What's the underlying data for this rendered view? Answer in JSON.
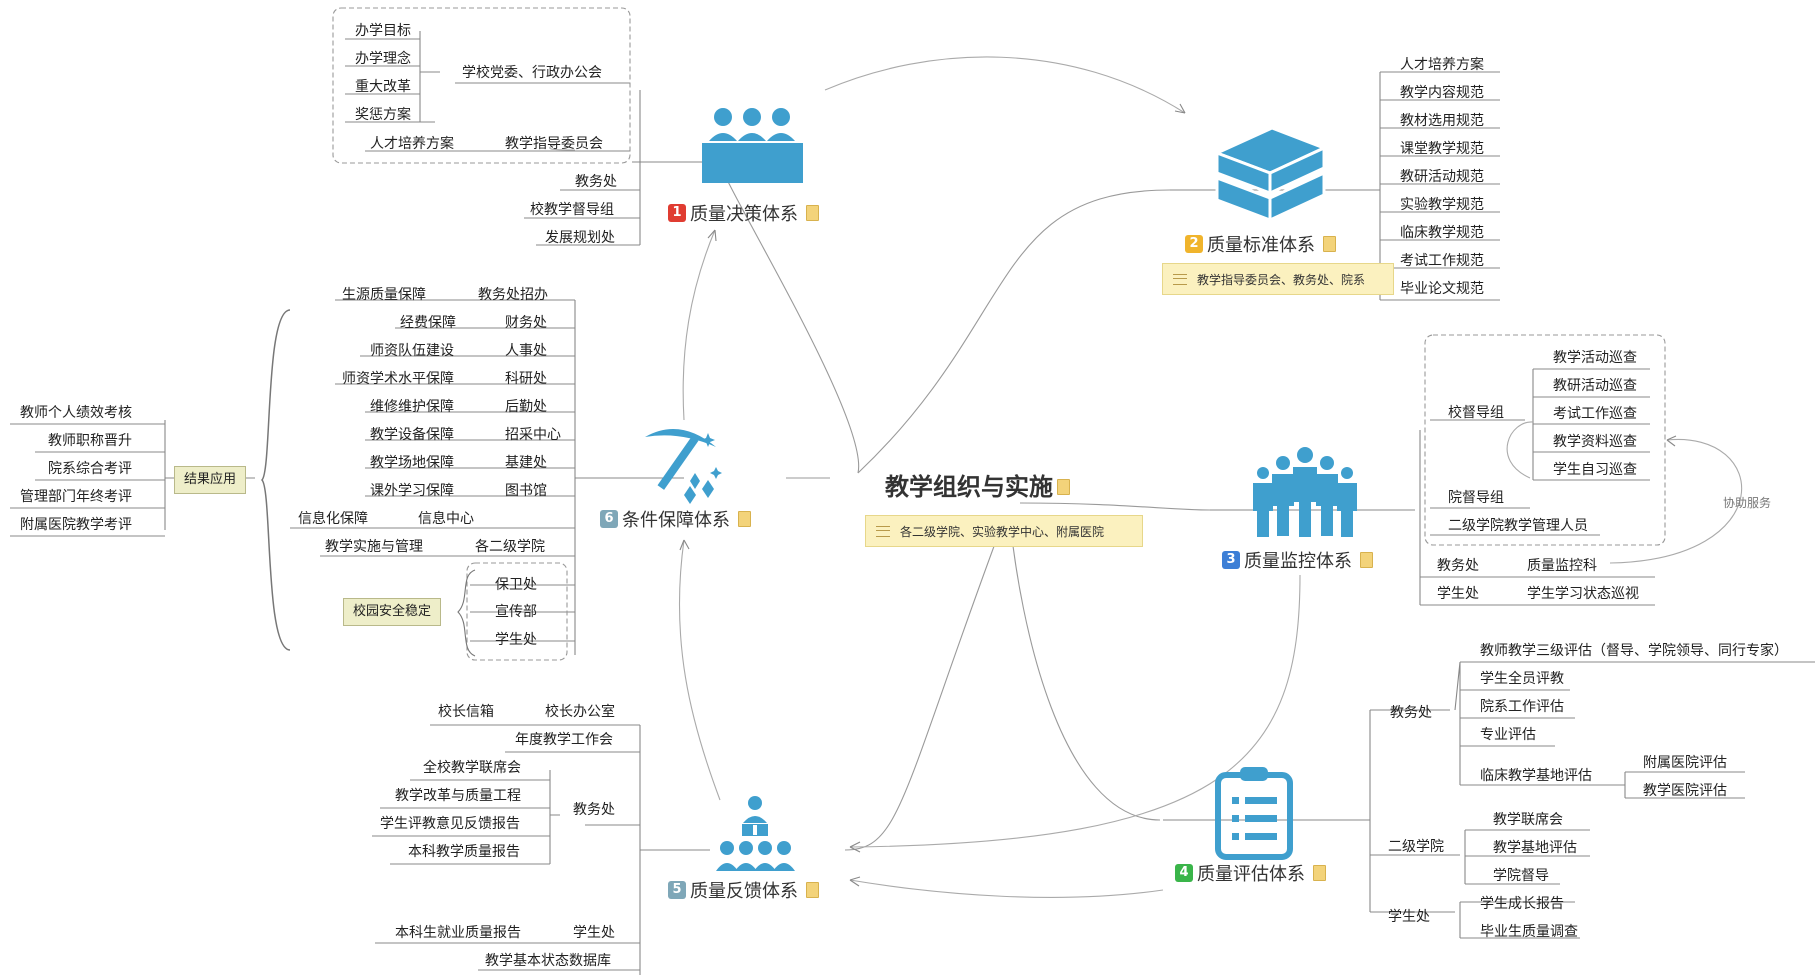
{
  "center": {
    "title": "教学组织与实施",
    "note": "各二级学院、实验教学中心、附属医院"
  },
  "colors": {
    "icon_blue": "#3f9fce",
    "badge_1": "#e03c31",
    "badge_2": "#f0b42c",
    "badge_3": "#3d7fd6",
    "badge_4": "#3ab54a",
    "badge_5": "#7fa7b8",
    "badge_6": "#7fa7b8"
  },
  "systems": {
    "decision": {
      "num": "1",
      "title": "质量决策体系",
      "icon": "meeting-people-icon",
      "goals": [
        "办学目标",
        "办学理念",
        "重大改革",
        "奖惩方案"
      ],
      "party_office": "学校党委、行政办公会",
      "training_plan": "人才培养方案",
      "guidance_committee": "教学指导委员会",
      "others": [
        "教务处",
        "校教学督导组",
        "发展规划处"
      ]
    },
    "standard": {
      "num": "2",
      "title": "质量标准体系",
      "icon": "books-icon",
      "note": "教学指导委员会、教务处、院系",
      "items": [
        "人才培养方案",
        "教学内容规范",
        "教材选用规范",
        "课堂教学规范",
        "教研活动规范",
        "实验教学规范",
        "临床教学规范",
        "考试工作规范",
        "毕业论文规范"
      ]
    },
    "monitor": {
      "num": "3",
      "title": "质量监控体系",
      "icon": "crowd-icon",
      "school_supervision": "校督导组",
      "inspections": [
        "教学活动巡查",
        "教研活动巡查",
        "考试工作巡查",
        "教学资料巡查",
        "学生自习巡查"
      ],
      "college_supervision": "院督导组",
      "college_staff": "二级学院教学管理人员",
      "academic_affairs": "教务处",
      "quality_section": "质量监控科",
      "student_office": "学生处",
      "study_patrol": "学生学习状态巡视",
      "assist_label": "协助服务"
    },
    "evaluation": {
      "num": "4",
      "title": "质量评估体系",
      "icon": "clipboard-icon",
      "academic_affairs": "教务处",
      "aa_items": [
        "教师教学三级评估（督导、学院领导、同行专家）",
        "学生全员评教",
        "院系工作评估",
        "专业评估",
        "临床教学基地评估"
      ],
      "clinical_items": [
        "附属医院评估",
        "教学医院评估"
      ],
      "college": "二级学院",
      "college_items": [
        "教学联席会",
        "教学基地评估",
        "学院督导"
      ],
      "student_office": "学生处",
      "student_items": [
        "学生成长报告",
        "毕业生质量调查"
      ]
    },
    "feedback": {
      "num": "5",
      "title": "质量反馈体系",
      "icon": "speaker-people-icon",
      "mailbox": "校长信箱",
      "president_office": "校长办公室",
      "annual_meeting": "年度教学工作会",
      "aa_items": [
        "全校教学联席会",
        "教学改革与质量工程",
        "学生评教意见反馈报告",
        "本科教学质量报告"
      ],
      "academic_affairs": "教务处",
      "employment_report": "本科生就业质量报告",
      "student_office": "学生处",
      "database": "教学基本状态数据库"
    },
    "support": {
      "num": "6",
      "title": "条件保障体系",
      "icon": "pickaxe-icon",
      "rows": [
        [
          "生源质量保障",
          "教务处招办"
        ],
        [
          "经费保障",
          "财务处"
        ],
        [
          "师资队伍建设",
          "人事处"
        ],
        [
          "师资学术水平保障",
          "科研处"
        ],
        [
          "维修维护保障",
          "后勤处"
        ],
        [
          "教学设备保障",
          "招采中心"
        ],
        [
          "教学场地保障",
          "基建处"
        ],
        [
          "课外学习保障",
          "图书馆"
        ],
        [
          "信息化保障",
          "信息中心"
        ],
        [
          "教学实施与管理",
          "各二级学院"
        ]
      ],
      "campus_safety": "校园安全稳定",
      "safety_items": [
        "保卫处",
        "宣传部",
        "学生处"
      ],
      "results_label": "结果应用",
      "results": [
        "教师个人绩效考核",
        "教师职称晋升",
        "院系综合考评",
        "管理部门年终考评",
        "附属医院教学考评"
      ]
    }
  }
}
